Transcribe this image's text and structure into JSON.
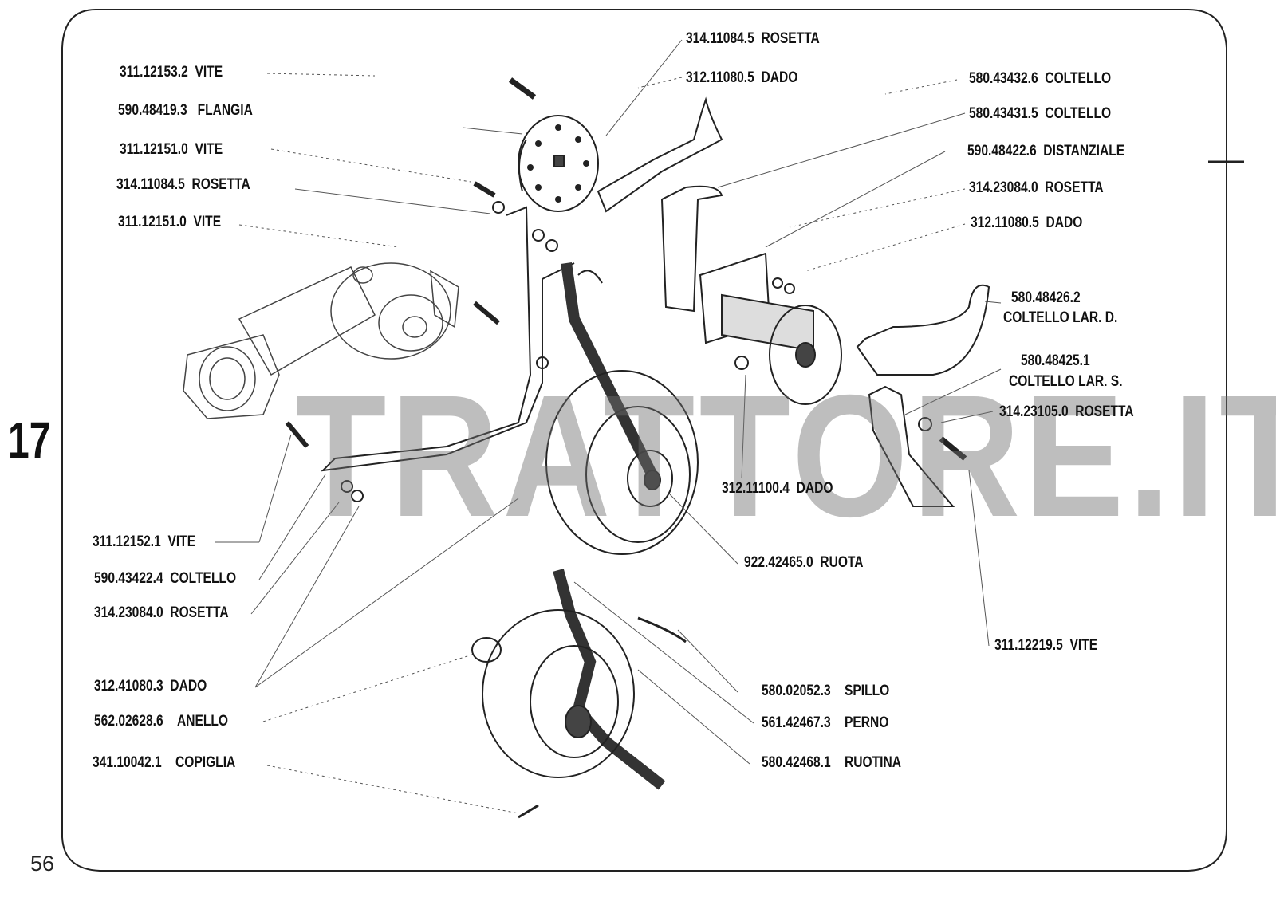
{
  "section_number": "17",
  "page_number": "56",
  "watermark": "TRATTORE.IT",
  "parts": [
    {
      "code": "311.12153.2",
      "name": "VITE"
    },
    {
      "code": "590.48419.3",
      "name": "FLANGIA"
    },
    {
      "code": "311.12151.0",
      "name": "VITE"
    },
    {
      "code": "314.11084.5",
      "name": "ROSETTA"
    },
    {
      "code": "311.12151.0",
      "name": "VITE"
    },
    {
      "code": "314.11084.5",
      "name": "ROSETTA"
    },
    {
      "code": "312.11080.5",
      "name": "DADO"
    },
    {
      "code": "580.43432.6",
      "name": "COLTELLO"
    },
    {
      "code": "580.43431.5",
      "name": "COLTELLO"
    },
    {
      "code": "590.48422.6",
      "name": "DISTANZIALE"
    },
    {
      "code": "314.23084.0",
      "name": "ROSETTA"
    },
    {
      "code": "312.11080.5",
      "name": "DADO"
    },
    {
      "code": "580.48426.2",
      "name": "COLTELLO LAR. D."
    },
    {
      "code": "580.48425.1",
      "name": "COLTELLO LAR. S."
    },
    {
      "code": "314.23105.0",
      "name": "ROSETTA"
    },
    {
      "code": "312.11100.4",
      "name": "DADO"
    },
    {
      "code": "922.42465.0",
      "name": "RUOTA"
    },
    {
      "code": "311.12219.5",
      "name": "VITE"
    },
    {
      "code": "311.12152.1",
      "name": "VITE"
    },
    {
      "code": "590.43422.4",
      "name": "COLTELLO"
    },
    {
      "code": "314.23084.0",
      "name": "ROSETTA"
    },
    {
      "code": "312.41080.3",
      "name": "DADO"
    },
    {
      "code": "562.02628.6",
      "name": "ANELLO"
    },
    {
      "code": "341.10042.1",
      "name": "COPIGLIA"
    },
    {
      "code": "580.02052.3",
      "name": "SPILLO"
    },
    {
      "code": "561.42467.3",
      "name": "PERNO"
    },
    {
      "code": "580.42468.1",
      "name": "RUOTINA"
    }
  ]
}
